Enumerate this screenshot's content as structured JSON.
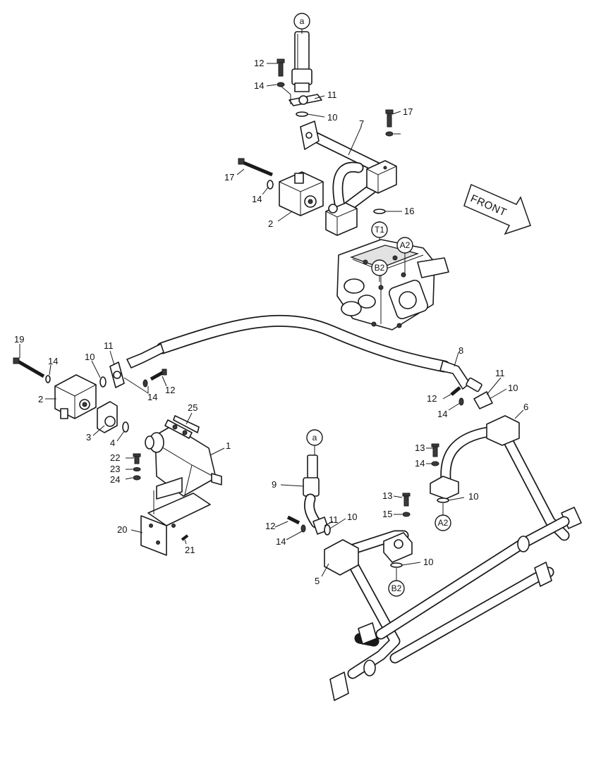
{
  "direction_label": "FRONT",
  "part_callouts": [
    "1",
    "2",
    "2",
    "3",
    "4",
    "5",
    "6",
    "7",
    "8",
    "9",
    "10",
    "10",
    "10",
    "10",
    "10",
    "10",
    "11",
    "11",
    "11",
    "11",
    "12",
    "12",
    "12",
    "12",
    "13",
    "13",
    "14",
    "14",
    "14",
    "14",
    "14",
    "14",
    "14",
    "15",
    "16",
    "17",
    "17",
    "19",
    "20",
    "21",
    "22",
    "23",
    "24",
    "25"
  ],
  "connection_markers": [
    "a",
    "a",
    "T1",
    "A2",
    "B2",
    "A2",
    "B2"
  ],
  "colors": {
    "line": "#1a1a1a",
    "background": "#ffffff",
    "shade": "#e2e2e2"
  }
}
